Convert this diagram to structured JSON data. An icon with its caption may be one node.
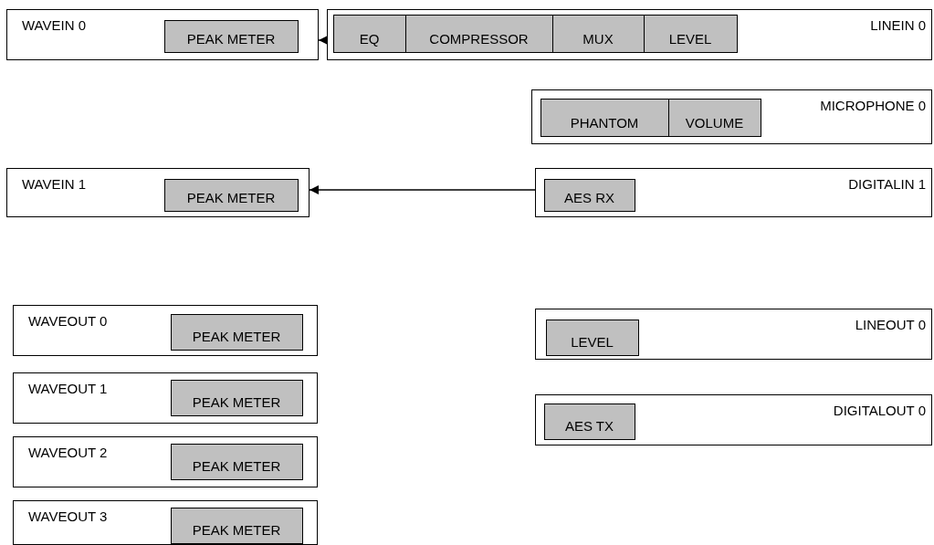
{
  "diagram": {
    "nodes": [
      {
        "text": [
          "WAVEIN 0"
        ]
      },
      {
        "text": [
          "PEAK METER"
        ],
        "in": 0
      },
      {
        "text": [
          "LINEIN 0"
        ]
      },
      {
        "text": [
          "EQ"
        ],
        "in": 2
      },
      {
        "text": [
          "COMPRESSOR"
        ],
        "in": 2
      },
      {
        "text": [
          "MUX"
        ],
        "in": 2
      },
      {
        "text": [
          "LEVEL"
        ],
        "in": 2
      },
      {
        "text": [
          "MICROPHONE 0"
        ]
      },
      {
        "text": [
          "PHANTOM"
        ],
        "in": 7
      },
      {
        "text": [
          "VOLUME"
        ],
        "in": 7
      },
      {
        "text": [
          "WAVEIN 1"
        ]
      },
      {
        "text": [
          "PEAK METER"
        ],
        "in": 10
      },
      {
        "text": [
          "DIGITALIN 1"
        ]
      },
      {
        "text": [
          "AES RX"
        ],
        "in": 12
      },
      {
        "text": [
          "WAVEOUT 0"
        ]
      },
      {
        "text": [
          "PEAK METER"
        ],
        "in": 14
      },
      {
        "text": [
          "WAVEOUT 1"
        ]
      },
      {
        "text": [
          "PEAK METER"
        ],
        "in": 16
      },
      {
        "text": [
          "WAVEOUT 2"
        ]
      },
      {
        "text": [
          "PEAK METER"
        ],
        "in": 18
      },
      {
        "text": [
          "WAVEOUT 3"
        ]
      },
      {
        "text": [
          "PEAK METER"
        ],
        "in": 20
      },
      {
        "text": [
          "LINEOUT 0"
        ]
      },
      {
        "text": [
          "LEVEL"
        ],
        "in": 22
      },
      {
        "text": [
          "DIGITALOUT 0"
        ]
      },
      {
        "text": [
          "AES TX"
        ],
        "in": 24
      }
    ],
    "edges": [
      {
        "from": 2,
        "to": 0,
        "arrow": "to"
      },
      {
        "from": 12,
        "to": 10,
        "arrow": "to"
      }
    ]
  }
}
